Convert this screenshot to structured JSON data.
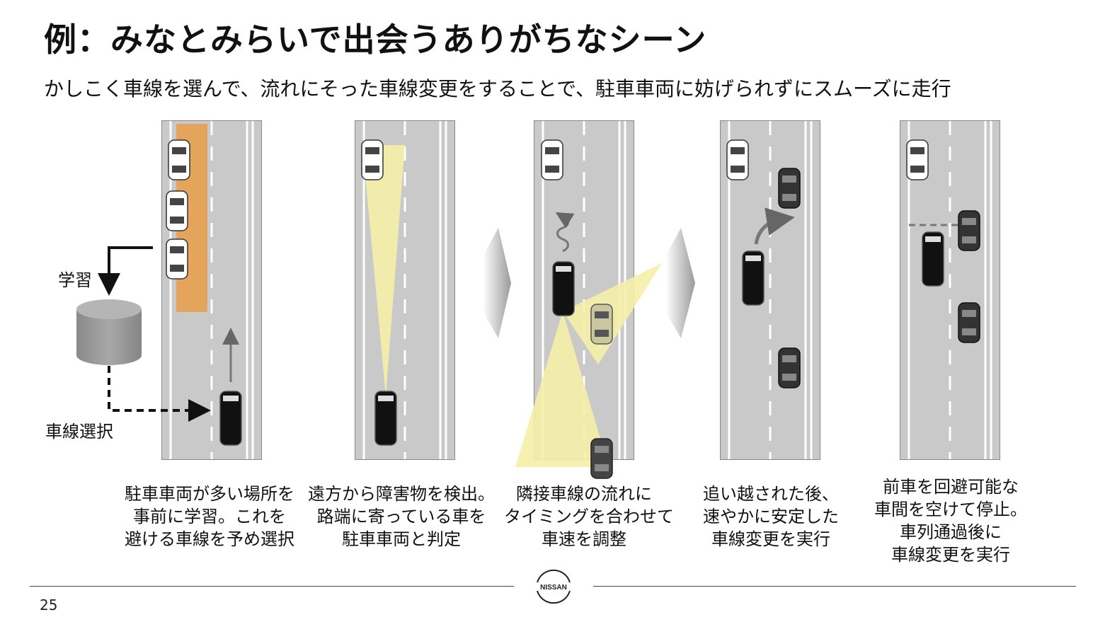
{
  "header": {
    "title": "例：みなとみらいで出会うありがちなシーン",
    "subtitle": "かしこく車線を選んで、流れにそった車線変更をすることで、駐車車両に妨げられずにスムーズに走行"
  },
  "diagram": {
    "labels": {
      "learn": "学習",
      "lane_select": "車線選択"
    },
    "scenes": [
      {
        "id": "scene-1",
        "caption": [
          "駐車車両が多い場所を",
          "事前に学習。これを",
          "避ける車線を予め選択"
        ]
      },
      {
        "id": "scene-2",
        "caption": [
          "遠方から障害物を検出。",
          "路端に寄っている車を",
          "駐車車両と判定"
        ]
      },
      {
        "id": "scene-3",
        "caption": [
          "隣接車線の流れに",
          "タイミングを合わせて",
          "車速を調整"
        ]
      },
      {
        "id": "scene-4",
        "caption": [
          "追い越された後、",
          "速やかに安定した",
          "車線変更を実行"
        ]
      },
      {
        "id": "scene-5",
        "caption": [
          "前車を回避可能な",
          "車間を空けて停止。",
          "車列通過後に",
          "車線変更を実行"
        ]
      }
    ]
  },
  "footer": {
    "page_number": "25",
    "logo_text": "NISSAN"
  },
  "colors": {
    "road": "#c9c9c9",
    "lane_line": "#ffffff",
    "learned_zone": "#e8a04f",
    "sensor_beam": "#f5f0a8",
    "ego_car": "#111111",
    "parked_car": "#ffffff",
    "moving_car": "#333333"
  }
}
